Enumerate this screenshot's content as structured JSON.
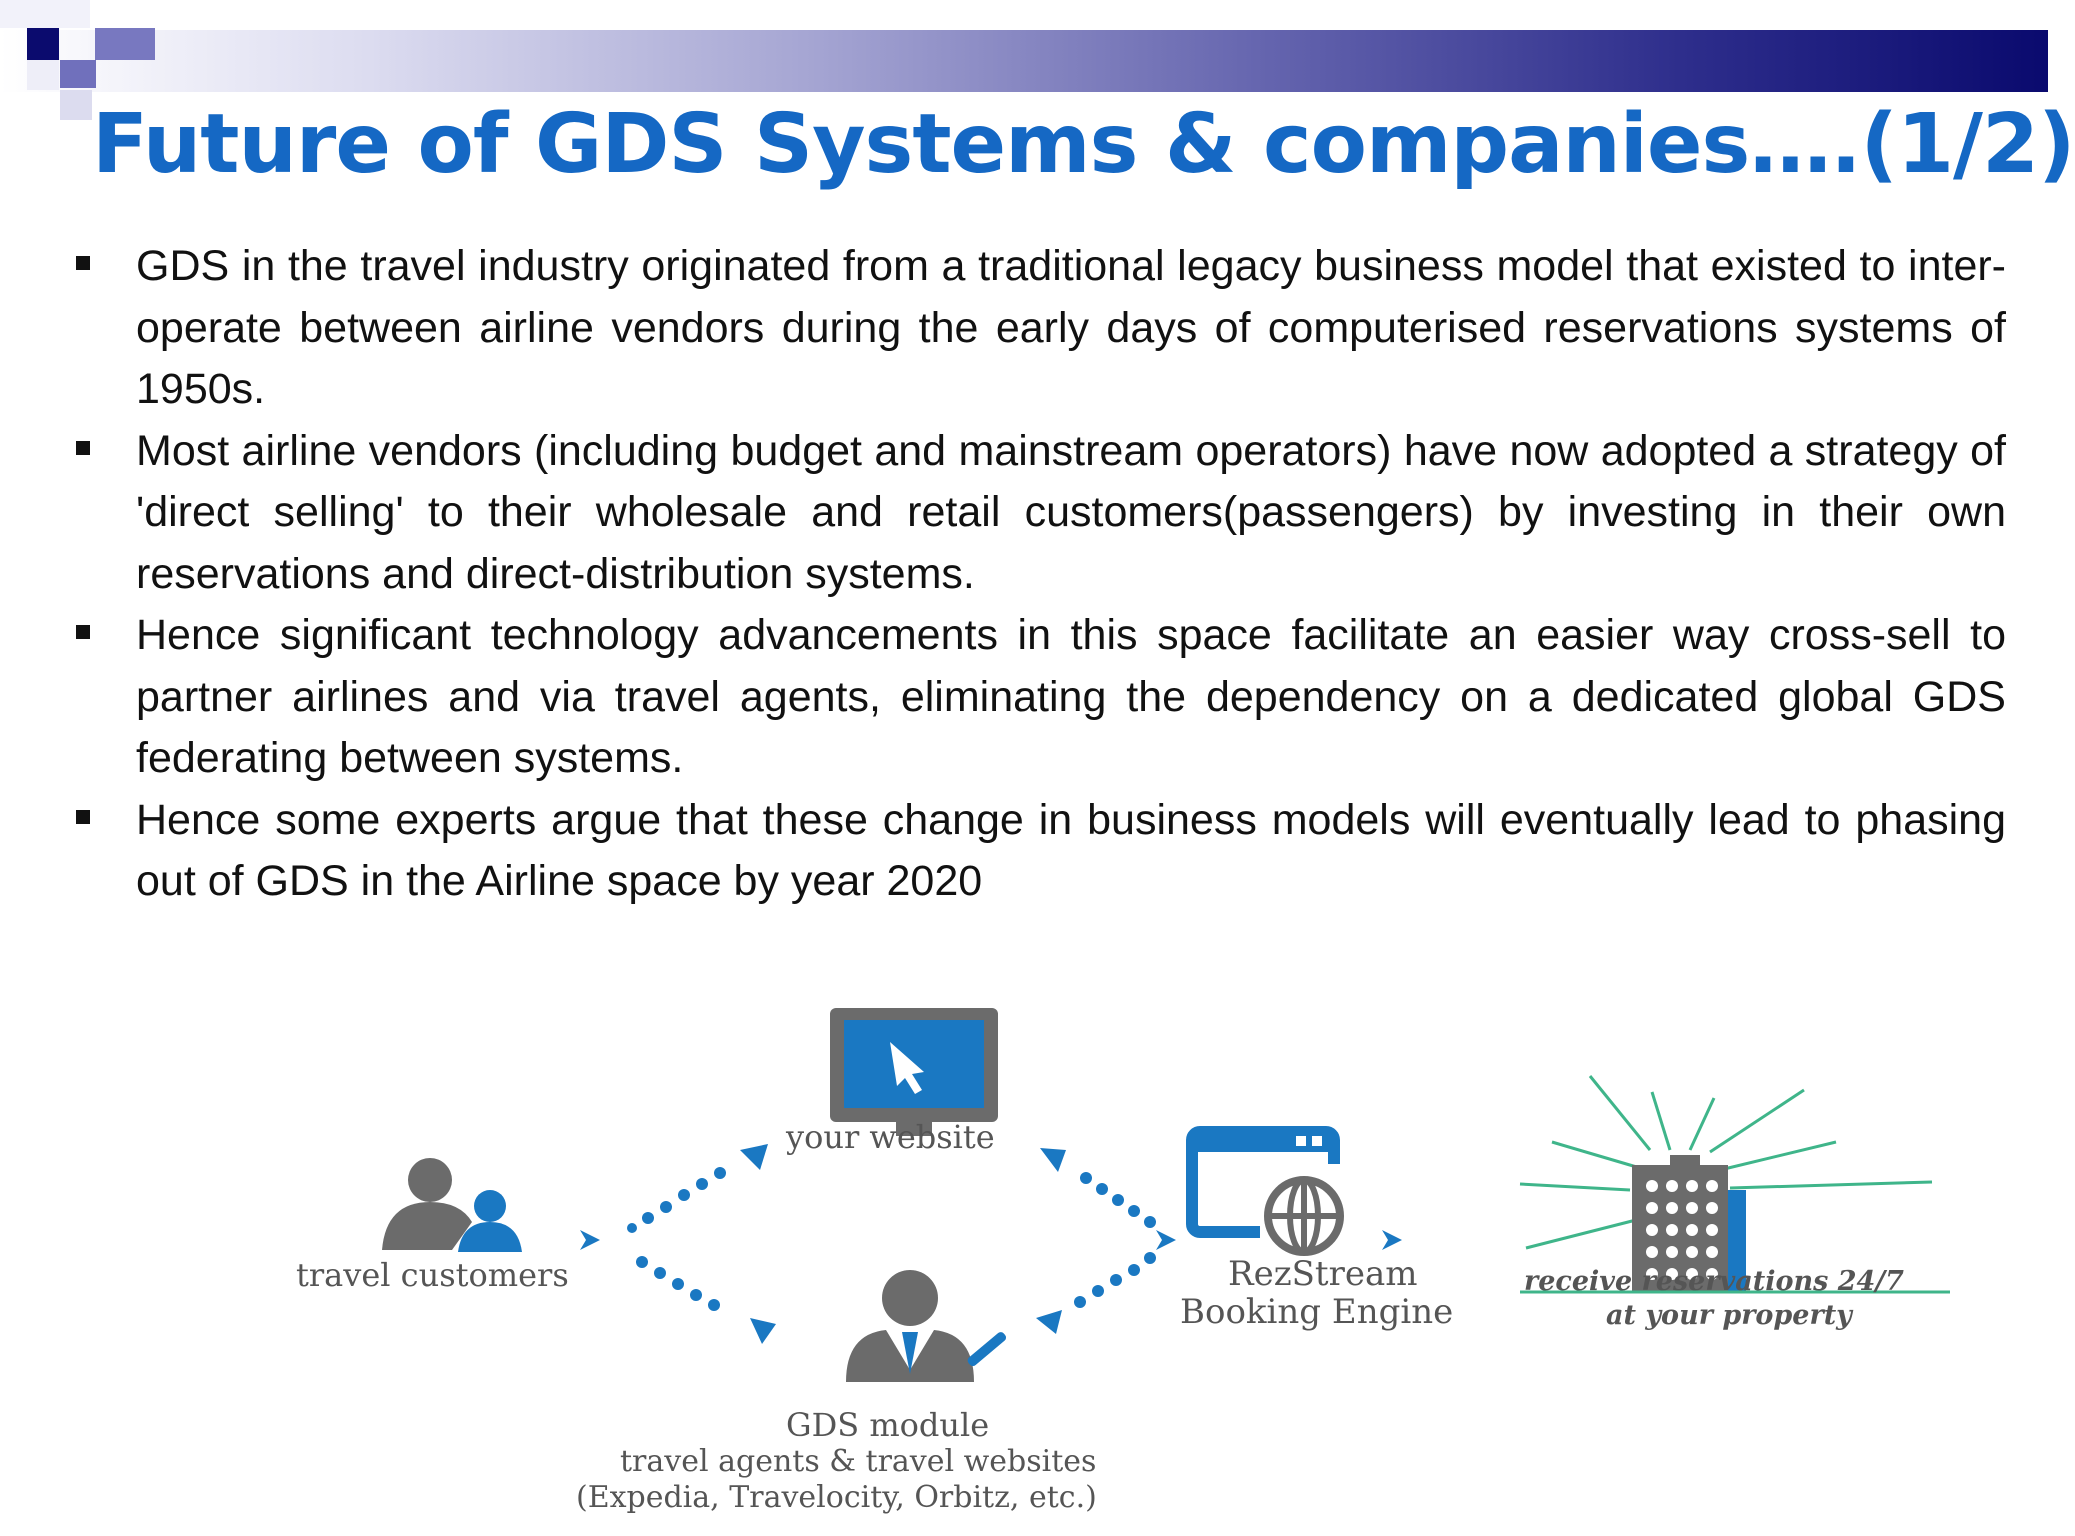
{
  "slide": {
    "title": "Future of GDS Systems & companies….(1/2)",
    "bullets": [
      "GDS in the travel industry originated from a traditional legacy business model that existed to inter-operate between airline vendors during the early days of computerised reservations systems of 1950s.",
      "Most airline vendors (including budget and mainstream operators) have now adopted a strategy of 'direct selling' to their wholesale and retail customers(passengers) by investing in their own reservations and direct-distribution systems.",
      "Hence significant technology advancements in this space facilitate an easier way cross-sell to partner airlines and via travel agents, eliminating the dependency on a dedicated global GDS federating between systems.",
      "Hence some experts argue that these change in business models will eventually lead to phasing out of GDS in the Airline space by year 2020"
    ]
  },
  "diagram": {
    "travel_customers": "travel customers",
    "your_website": "your website",
    "engine_line1": "RezStream",
    "engine_line2": "Booking Engine",
    "receive_line1": "receive reservations 24/7",
    "receive_line2": "at your property",
    "gds_line1": "GDS module",
    "gds_line2": "travel agents & travel websites",
    "gds_line3": "(Expedia, Travelocity, Orbitz, etc.)",
    "colors": {
      "blue": "#1a78c2",
      "grey": "#6b6b6b",
      "green": "#3fb58a"
    }
  }
}
